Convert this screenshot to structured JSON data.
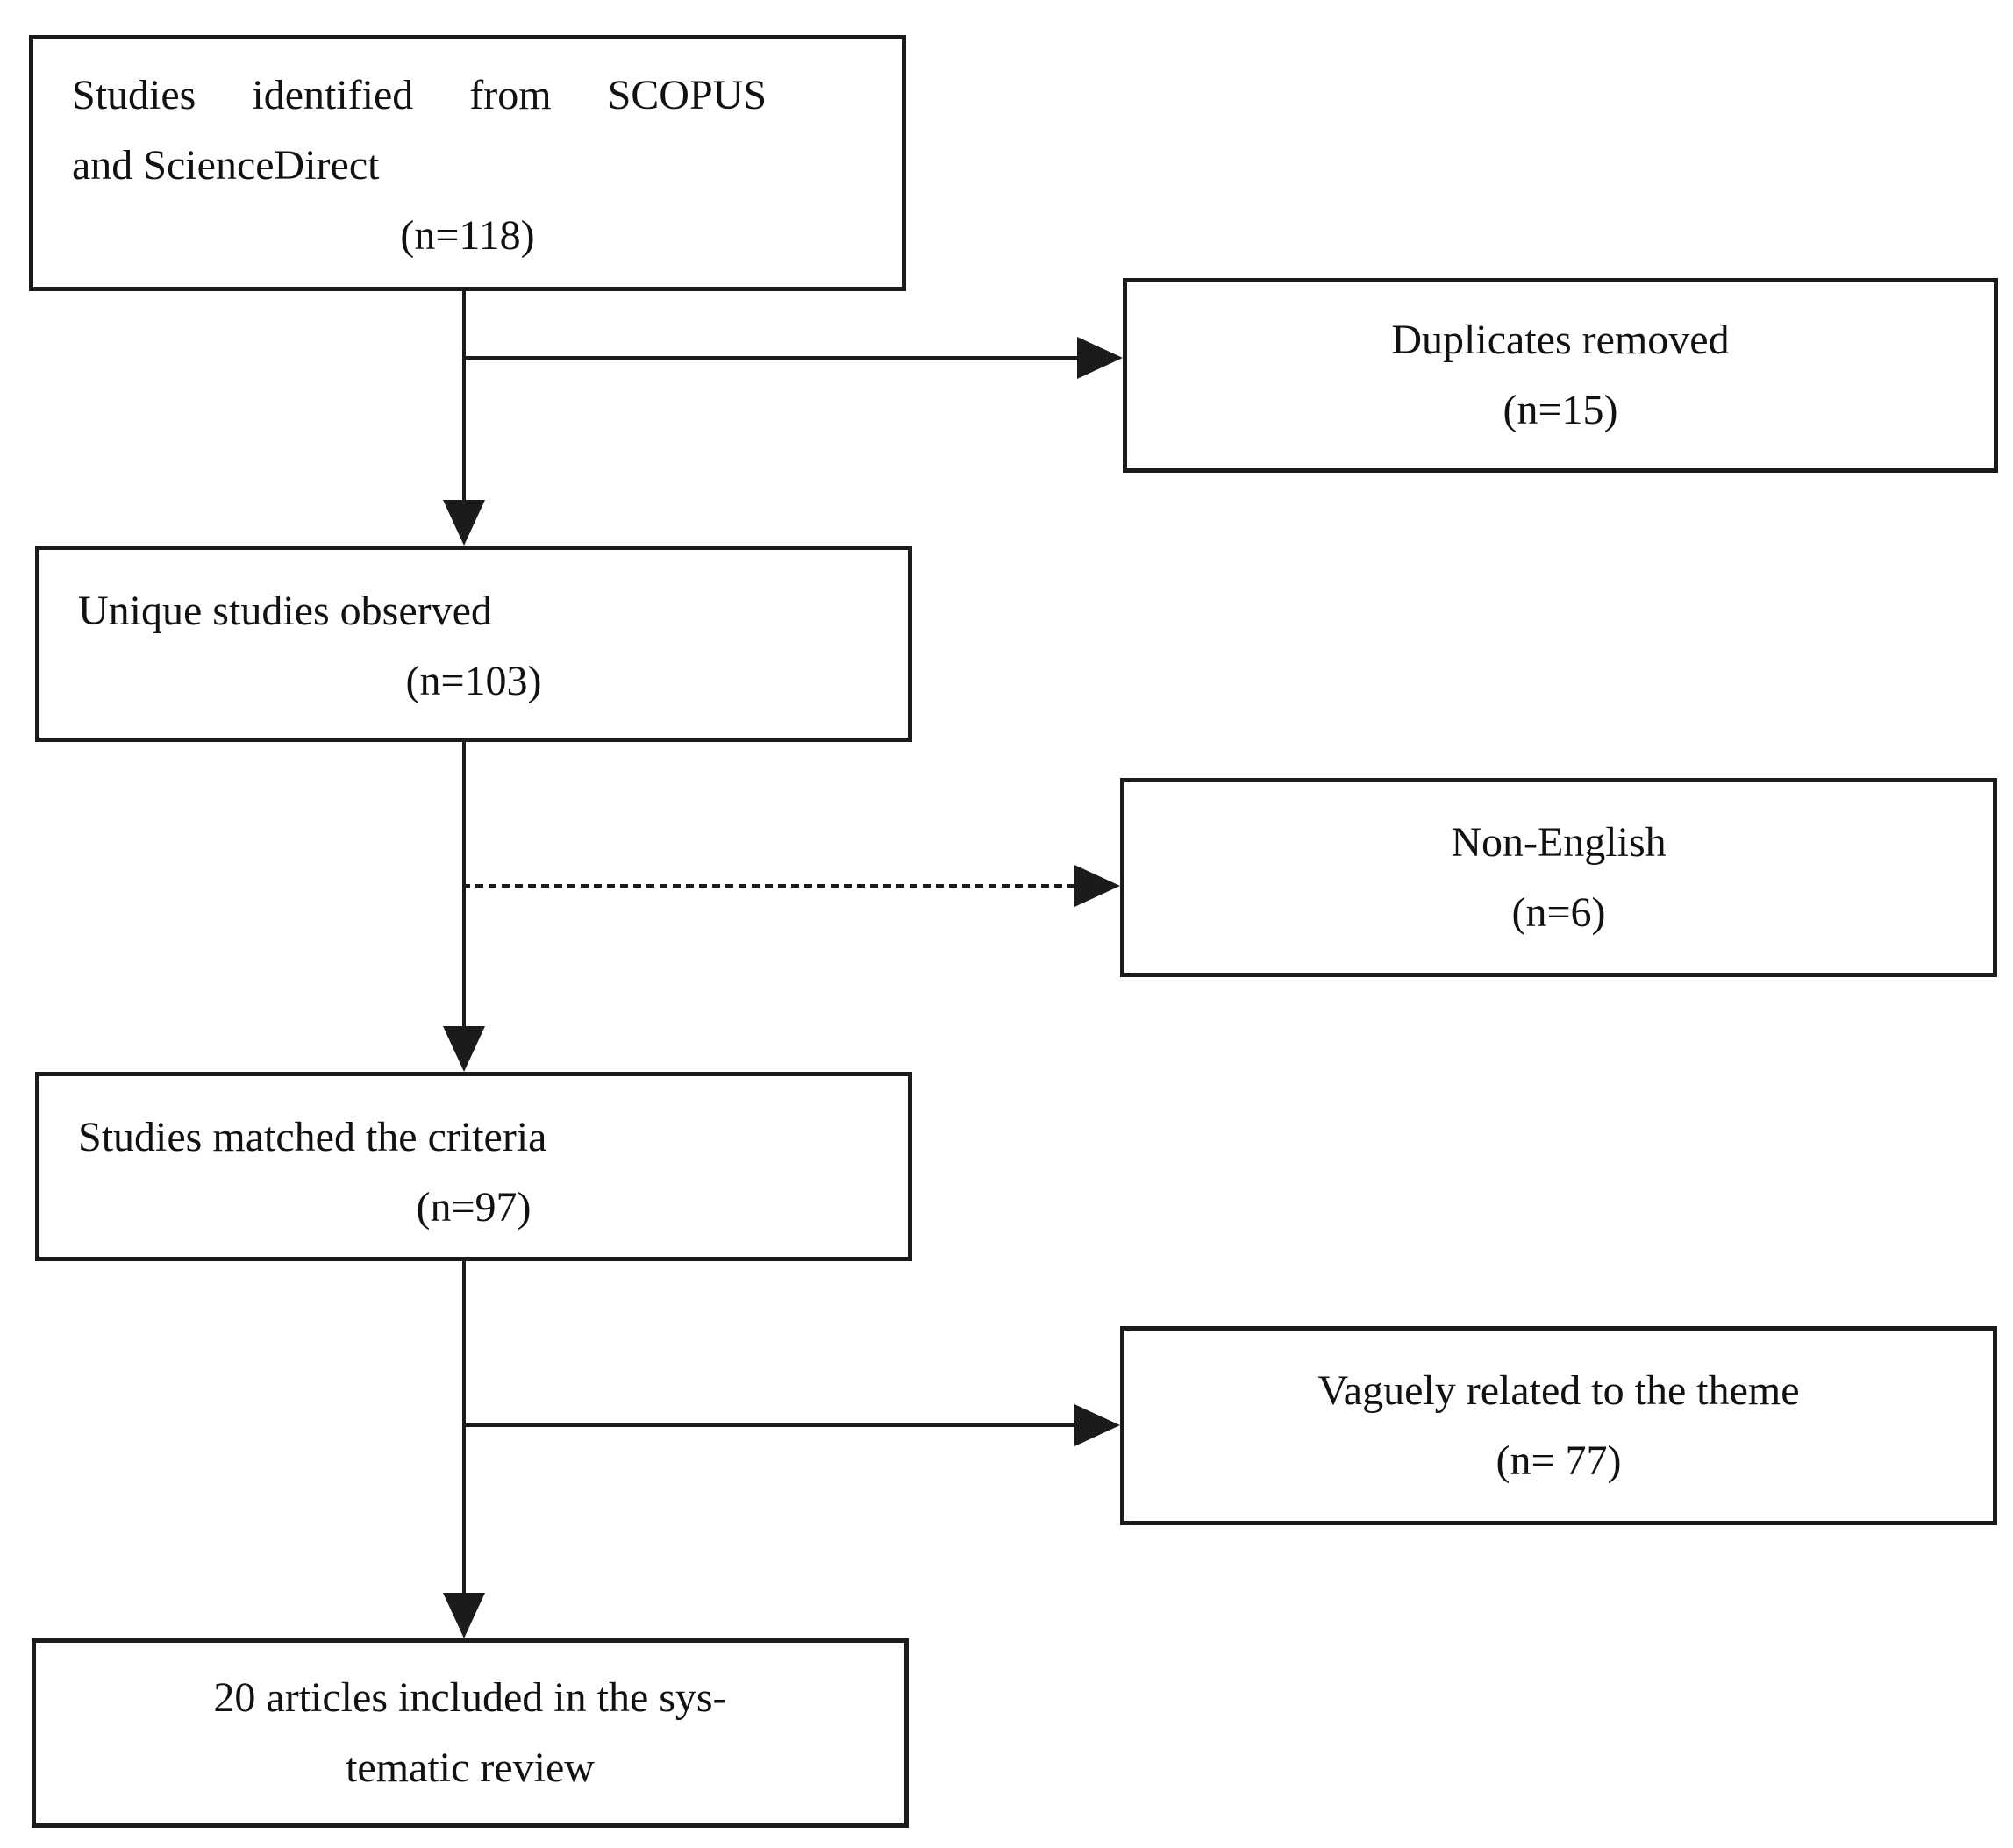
{
  "figure": {
    "type": "flowchart",
    "colors": {
      "background": "#ffffff",
      "stroke": "#1b1b1b",
      "text": "#111111"
    },
    "boxes": {
      "identified": {
        "line1": "Studies identified from SCOPUS",
        "line2": "and ScienceDirect",
        "count": "(n=118)"
      },
      "duplicates_removed": {
        "label": "Duplicates removed",
        "count": "(n=15)"
      },
      "unique_observed": {
        "label": "Unique studies observed",
        "count": "(n=103)"
      },
      "non_english": {
        "label": "Non-English",
        "count": "(n=6)"
      },
      "matched_criteria": {
        "label": "Studies matched the criteria",
        "count": "(n=97)"
      },
      "vaguely_related": {
        "label": "Vaguely related to the theme",
        "count": "(n= 77)"
      },
      "included": {
        "line1": "20 articles included in the sys-",
        "line2": "tematic review"
      }
    }
  }
}
